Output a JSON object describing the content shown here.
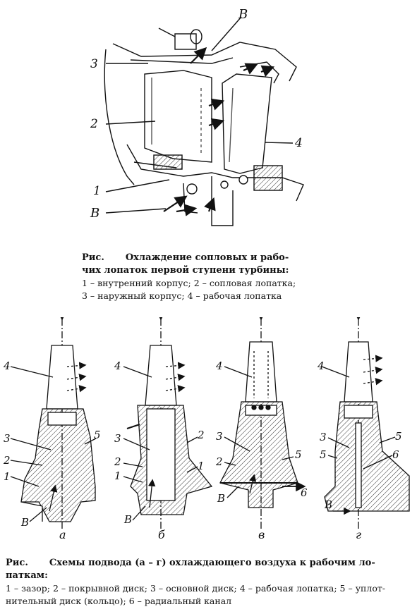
{
  "figure1": {
    "labels": {
      "b_top": "В",
      "n3": "3",
      "n2": "2",
      "n4": "4",
      "n1": "1",
      "b_bottom": "В"
    },
    "caption": {
      "prefix": "Рис.",
      "title_line1": "Охлаждение сопловых и рабо-",
      "title_line2": "чих лопаток первой ступени турбины:",
      "legend_line1": "1 – внутренний корпус; 2 – сопловая лопатка;",
      "legend_line2": "3 – наружный корпус; 4 – рабочая лопатка"
    }
  },
  "figure2": {
    "schemes": [
      {
        "letter": "а",
        "labels": [
          "4",
          "3",
          "2",
          "1",
          "В",
          "5"
        ]
      },
      {
        "letter": "б",
        "labels": [
          "4",
          "3",
          "2",
          "1",
          "В",
          "2",
          "1"
        ]
      },
      {
        "letter": "в",
        "labels": [
          "4",
          "3",
          "2",
          "5",
          "В",
          "6"
        ]
      },
      {
        "letter": "г",
        "labels": [
          "4",
          "3",
          "5",
          "5",
          "6",
          "В"
        ]
      }
    ],
    "caption": {
      "prefix": "Рис.",
      "title_line1": "Схемы подвода (а – г) охлаждающего воздуха к рабочим ло-",
      "title_line2": "паткам:",
      "legend_line1": "1 – зазор; 2 – покрывной диск; 3 – основной диск; 4 – рабочая лопатка; 5 – уплот-",
      "legend_line2": "нительный диск (кольцо); 6 – радиальный канал"
    }
  },
  "colors": {
    "ink": "#111111",
    "paper": "#ffffff",
    "hatch": "#333333"
  }
}
